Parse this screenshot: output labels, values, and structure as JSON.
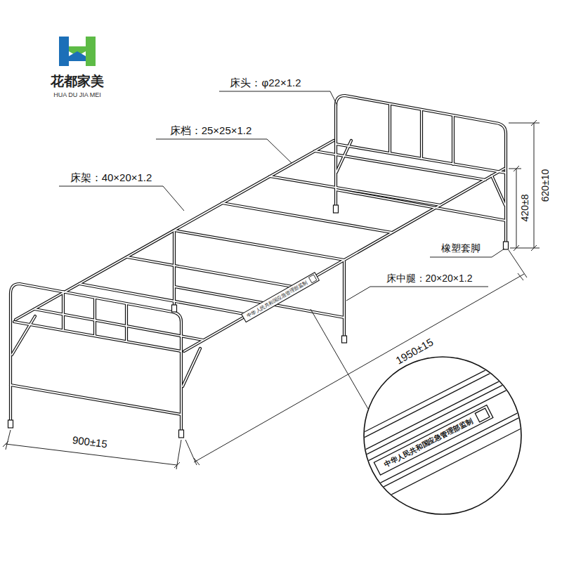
{
  "diagram": {
    "labels": [
      "花都家美",
      "HUA DU JIA MEI",
      "床头：φ22×1.2",
      "床档：25×25×1.2",
      "床架：40×20×1.2",
      "橡塑套脚",
      "床中腿：20×20×1.2",
      "1950±15",
      "900±15",
      "420±8",
      "620±10",
      "中华人民共和国应急管理部监制",
      "中华人民共和国应急管理部监制"
    ]
  }
}
